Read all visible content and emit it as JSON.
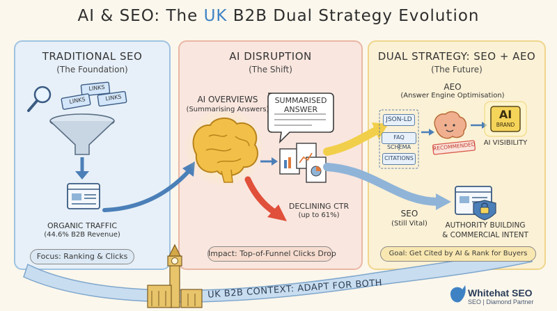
{
  "title": {
    "before": "AI & SEO: The ",
    "highlight": "UK",
    "after": " B2B Dual Strategy Evolution"
  },
  "panels": {
    "traditional": {
      "heading": "TRADITIONAL SEO",
      "subheading": "(The Foundation)",
      "links": [
        "LINKS",
        "LINKS",
        "LINKS"
      ],
      "traffic_label": "ORGANIC TRAFFIC",
      "traffic_note": "(44.6% B2B Revenue)",
      "focus": "Focus: Ranking & Clicks"
    },
    "disruption": {
      "heading": "AI DISRUPTION",
      "subheading": "(The Shift)",
      "overviews_label": "AI OVERVIEWS",
      "overviews_note": "(Summarising Answers)",
      "bubble_line1": "SUMMARISED",
      "bubble_line2": "ANSWER",
      "ctr_label": "DECLINING CTR",
      "ctr_note": "(up to 61%)",
      "impact": "Impact: Top-of-Funnel Clicks Drop"
    },
    "dual": {
      "heading": "DUAL STRATEGY: SEO + AEO",
      "subheading": "(The Future)",
      "aeo_label": "AEO",
      "aeo_note": "(Answer Engine Optimisation)",
      "tags": [
        "JSON-LD",
        "FAQ SCHEMA",
        "CITATIONS"
      ],
      "ellipsis": "⋮",
      "recommended": "RECOMMENDED",
      "ai_badge": "AI",
      "brand_badge": "BRAND",
      "visibility_label": "AI VISIBILITY",
      "seo_label": "SEO",
      "seo_note": "(Still Vital)",
      "authority_line1": "AUTHORITY BUILDING",
      "authority_line2": "& COMMERCIAL INTENT",
      "goal": "Goal: Get Cited by AI & Rank for Buyers"
    }
  },
  "banner": "UK B2B CONTEXT: ADAPT FOR BOTH",
  "brand": {
    "name": "Whitehat SEO",
    "sub": "SEO | Diamond Partner"
  },
  "colors": {
    "uk_accent": "#3e82c4",
    "blue_panel": "#e7f0f8",
    "red_panel": "#f9e6df",
    "yellow_panel": "#fbf1d6"
  }
}
